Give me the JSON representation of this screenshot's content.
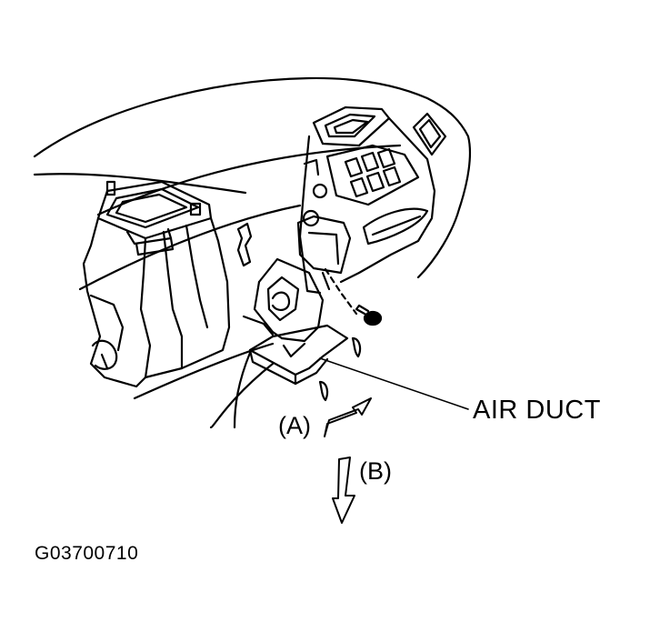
{
  "diagram": {
    "labels": {
      "air_duct": "AIR DUCT",
      "direction_a": "(A)",
      "direction_b": "(B)",
      "figure_code": "G03700710"
    }
  }
}
